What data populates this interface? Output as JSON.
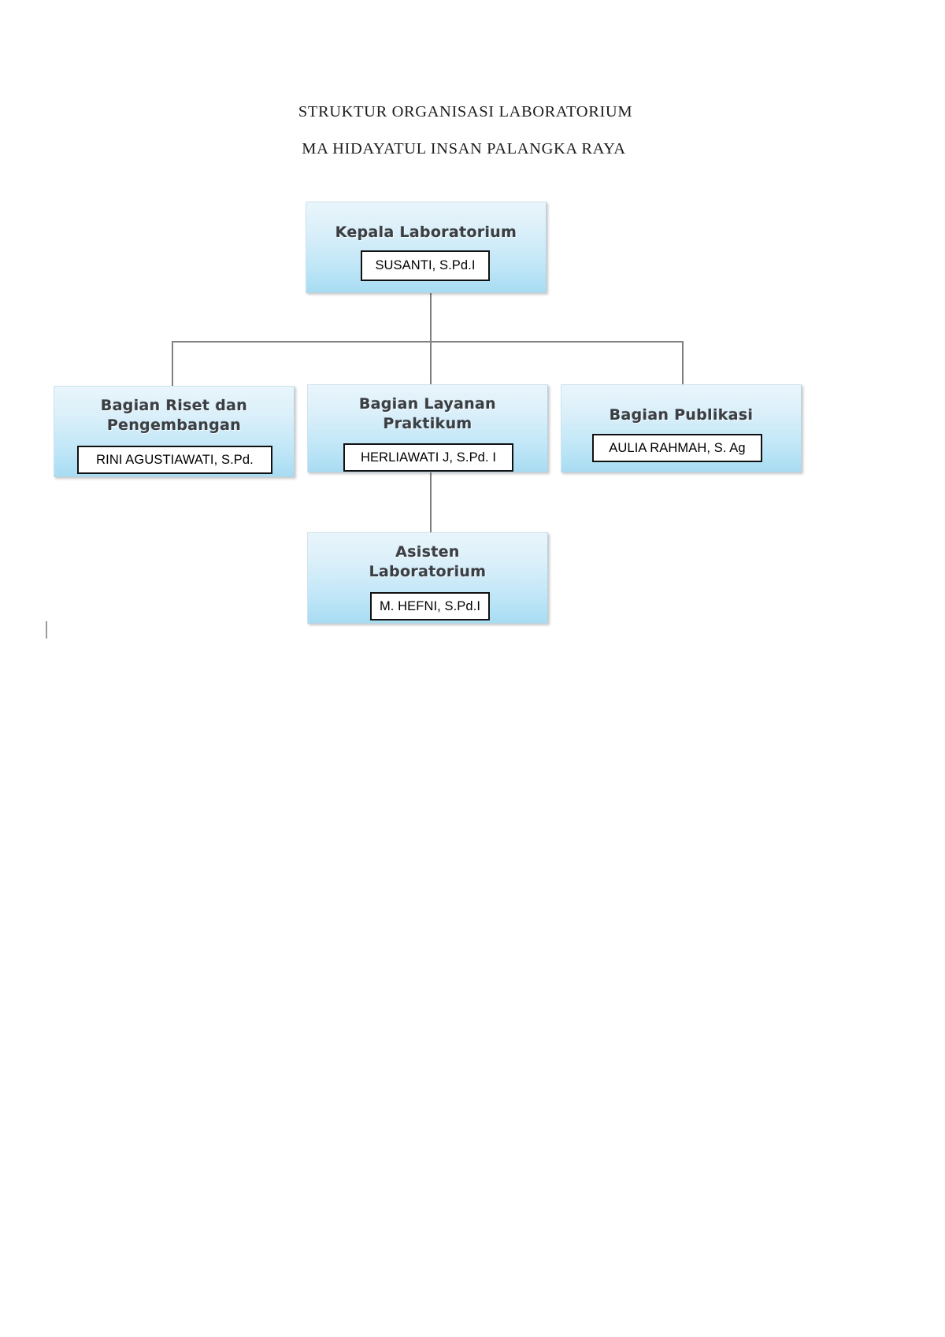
{
  "document": {
    "title_line_1": "STRUKTUR ORGANISASI LABORATORIUM",
    "title_line_2": "MA HIDAYATUL INSAN PALANGKA RAYA"
  },
  "chart_data": {
    "type": "diagram",
    "diagram_type": "organization-chart",
    "title": "STRUKTUR ORGANISASI LABORATORIUM MA HIDAYATUL INSAN PALANGKA RAYA",
    "colors": {
      "node_fill_top": "#e9f5fb",
      "node_fill_bottom": "#a8dcf2",
      "node_border": "#b6d4e2",
      "node_title_text": "#3a3f44",
      "nameplate_fill": "#ffffff",
      "nameplate_border": "#111111",
      "connector": "#808080",
      "page_background": "#ffffff"
    },
    "nodes": [
      {
        "id": "head",
        "role": "Kepala Laboratorium",
        "person": "SUSANTI, S.Pd.I",
        "level": 0,
        "parent": null
      },
      {
        "id": "riset",
        "role": "Bagian Riset dan\nPengembangan",
        "person": "RINI AGUSTIAWATI, S.Pd.",
        "level": 1,
        "parent": "head"
      },
      {
        "id": "layanan",
        "role": "Bagian Layanan\nPraktikum",
        "person": "HERLIAWATI J, S.Pd. I",
        "level": 1,
        "parent": "head"
      },
      {
        "id": "publikasi",
        "role": "Bagian Publikasi",
        "person": "AULIA RAHMAH, S. Ag",
        "level": 1,
        "parent": "head"
      },
      {
        "id": "asisten",
        "role": "Asisten\nLaboratorium",
        "person": "M. HEFNI, S.Pd.I",
        "level": 2,
        "parent": "layanan"
      }
    ],
    "edges": [
      {
        "from": "head",
        "to": "riset"
      },
      {
        "from": "head",
        "to": "layanan"
      },
      {
        "from": "head",
        "to": "publikasi"
      },
      {
        "from": "layanan",
        "to": "asisten"
      }
    ]
  }
}
